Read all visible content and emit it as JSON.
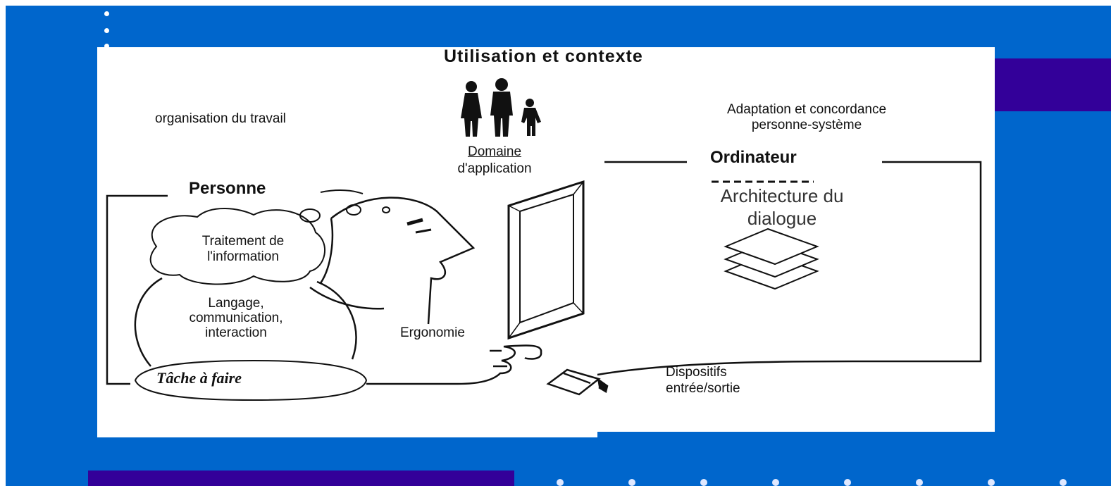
{
  "colors": {
    "background": "#0066cc",
    "accent_band": "#330099",
    "panel": "#ffffff",
    "ink": "#111111"
  },
  "diagram": {
    "title": "Utilisation et contexte",
    "org_label": "organisation du travail",
    "adaptation_label_1": "Adaptation et concordance",
    "adaptation_label_2": "personne-système",
    "domain_label_1": "Domaine",
    "domain_label_2": "d'application",
    "person_title": "Personne",
    "computer_title": "Ordinateur",
    "architecture_label_1": "Architecture du",
    "architecture_label_2": "dialogue",
    "info_processing_1": "Traitement de",
    "info_processing_2": "l'information",
    "language_1": "Langage,",
    "language_2": "communication,",
    "language_3": "interaction",
    "task_label": "Tâche à faire",
    "ergonomics_label": "Ergonomie",
    "devices_label_1": "Dispositifs",
    "devices_label_2": "entrée/sortie"
  },
  "icons": {
    "family": "family-silhouette-icon",
    "head": "head-profile-icon",
    "hand": "pointing-hand-icon",
    "monitor": "monitor-icon",
    "mouse": "mouse-icon",
    "layers": "stacked-layers-icon"
  }
}
